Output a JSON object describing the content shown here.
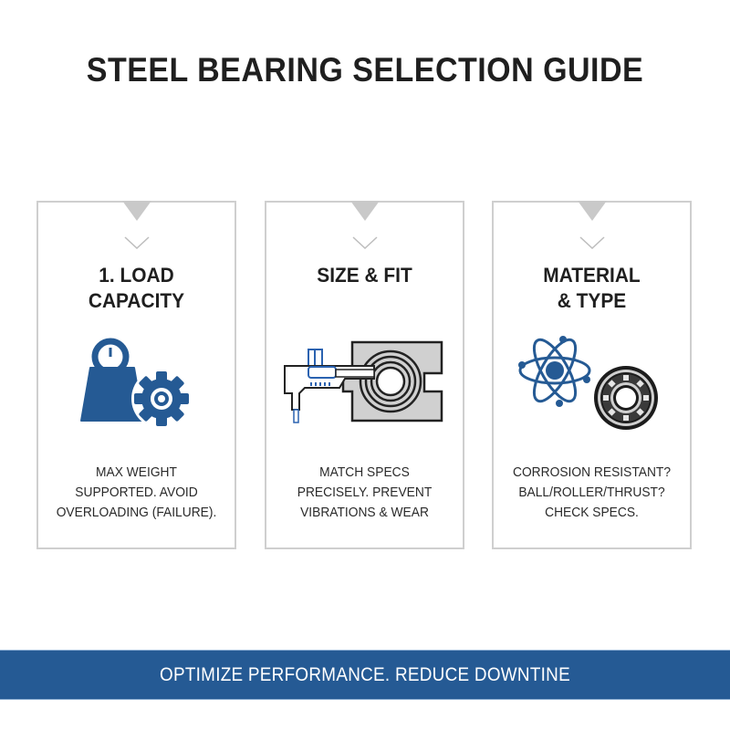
{
  "header": {
    "title": "STEEL BEARING SELECTION GUIDE"
  },
  "colors": {
    "accent_blue": "#255a94",
    "card_border": "#cfcfcf",
    "notch": "#c9c9c9",
    "text": "#1f1f1f"
  },
  "cards": [
    {
      "title_line1": "1. LOAD",
      "title_line2": "CAPACITY",
      "icon": "weight-gear-icon",
      "desc_line1": "MAX WEIGHT",
      "desc_line2": "SUPPORTED. AVOID",
      "desc_line3": "OVERLOADING (FAILURE)."
    },
    {
      "title_line1": "SIZE & FIT",
      "title_line2": "",
      "icon": "caliper-housing-icon",
      "desc_line1": "MATCH SPECS",
      "desc_line2": "PRECISELY. PREVENT",
      "desc_line3": "VIBRATIONS & WEAR"
    },
    {
      "title_line1": "MATERIAL",
      "title_line2": "& TYPE",
      "icon": "atom-bearing-icon",
      "desc_line1": "CORROSION RESISTANT?",
      "desc_line2": "BALL/ROLLER/THRUST?",
      "desc_line3": "CHECK SPECS."
    }
  ],
  "footer": {
    "banner_text": "OPTIMIZE PERFORMANCE. REDUCE DOWNTINE"
  }
}
